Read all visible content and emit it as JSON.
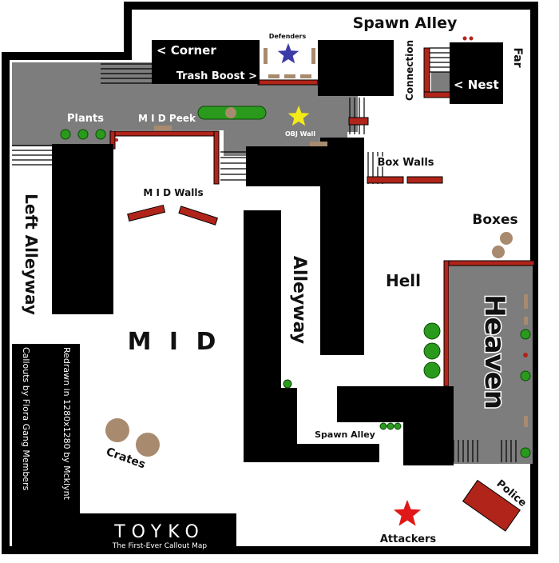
{
  "map": {
    "title": "TOYKO",
    "subtitle": "The First-Ever Callout Map",
    "credit_redrawn": "Redrawn in 1280x1280 by Mcklynt",
    "credit_callouts": "Callouts by Flora Gang Members"
  },
  "callouts": {
    "spawn_alley_top": "Spawn Alley",
    "defenders": "Defenders",
    "corner": "< Corner",
    "trash_boost": "Trash Boost >",
    "connection": "Connection",
    "far": "Far",
    "nest": "< Nest",
    "plants": "Plants",
    "mid_peek": "M I D Peek",
    "obj_wall": "OBJ Wall",
    "box_walls": "Box Walls",
    "mid_walls": "M I D Walls",
    "left_alleyway": "Left Alleyway",
    "boxes": "Boxes",
    "alleyway": "Alleyway",
    "hell": "Hell",
    "heaven": "Heaven",
    "mid": "M I D",
    "spawn_alley_bottom": "Spawn Alley",
    "crates": "Crates",
    "police": "Police",
    "attackers": "Attackers"
  },
  "colors": {
    "floor": "#7d7d7d",
    "wall": "#000000",
    "red_wall": "#b1241a",
    "plant": "#2a9a1c",
    "crate": "#a88a6e",
    "defender_star": "#3a3aa8",
    "objective_star": "#f4ea1a",
    "attacker_star": "#e01818"
  }
}
